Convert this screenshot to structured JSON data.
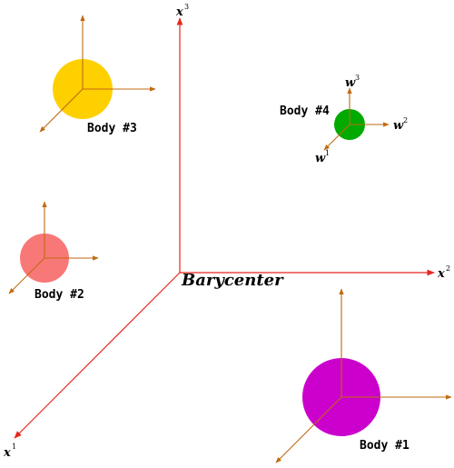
{
  "barycenter": {
    "label": "Barycenter"
  },
  "axes": {
    "x1": {
      "symbol": "x",
      "index": "1"
    },
    "x2": {
      "symbol": "x",
      "index": "2"
    },
    "x3": {
      "symbol": "x",
      "index": "3"
    }
  },
  "bodies": [
    {
      "label": "Body #1",
      "color": "#cc00cc"
    },
    {
      "label": "Body #2",
      "color": "#f87878"
    },
    {
      "label": "Body #3",
      "color": "#ffd000"
    },
    {
      "label": "Body #4",
      "color": "#00aa00"
    }
  ],
  "local_axes": {
    "w1": {
      "symbol": "w",
      "index": "1"
    },
    "w2": {
      "symbol": "w",
      "index": "2"
    },
    "w3": {
      "symbol": "w",
      "index": "3"
    }
  },
  "colors": {
    "main_axes": "#e8261e",
    "local_axes": "#c06a10"
  }
}
